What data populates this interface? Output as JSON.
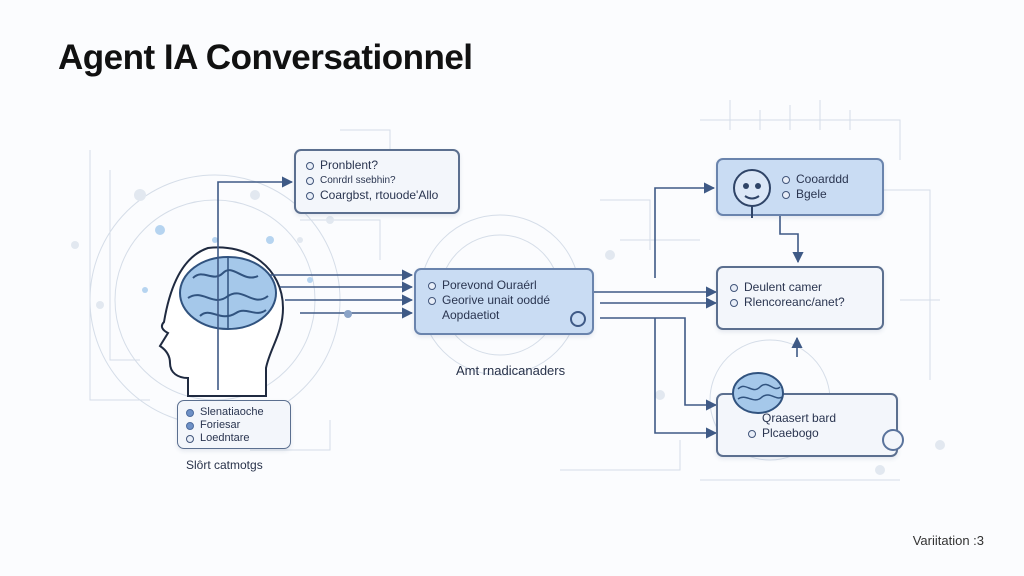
{
  "title": "Agent IA Conversationnel",
  "footer": "Variitation :3",
  "colors": {
    "accent": "#3f5a86",
    "box_fill": "#c9dcf3",
    "brain": "#7fb3e6"
  },
  "boxes": {
    "input_top": [
      "Pronblent?",
      "Conrdrl ssebhin?",
      "Coargbst, rtouode'Allo"
    ],
    "center": [
      "Porevond Ouraérl",
      "Georive unait ooddé",
      "Aopdaetiot"
    ],
    "top_right": [
      "Cooarddd",
      "Bgele"
    ],
    "mid_right": [
      "Deulent camer",
      "Rlencoreanc/anet?"
    ],
    "bottom_right": [
      "Qraasert bard",
      "Plcaebogo"
    ],
    "legend": [
      "Slenatiaoche",
      "Foriesar",
      "Loedntare"
    ]
  },
  "labels": {
    "center_caption": "Amt rnadicanaders",
    "legend_caption": "Slôrt catmotgs"
  }
}
